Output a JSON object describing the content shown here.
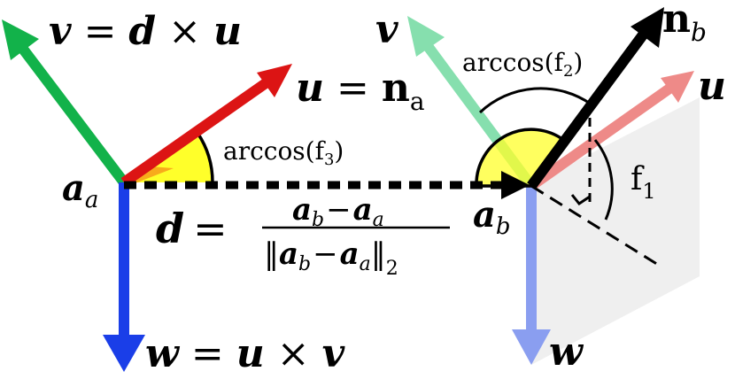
{
  "colors": {
    "green": "#12b24a",
    "green_light": "#86dfae",
    "red": "#dc1414",
    "red_light": "#ee8a88",
    "blue": "#1a3ee8",
    "blue_light": "#8a9ef0",
    "yellow": "#ffff2a",
    "black": "#000000",
    "plane": "#ececec"
  },
  "labels": {
    "v_lhs": "v",
    "v_eq": " = ",
    "v_d": "d",
    "v_times": " × ",
    "v_u": "u",
    "u_lhs": "u",
    "u_eq": " = ",
    "u_n": "n",
    "u_sub": "a",
    "arccos_f3_fn": "arccos(f",
    "arccos_f3_sub": "3",
    "arccos_f3_close": ")",
    "a_a": "a",
    "a_a_sub": "a",
    "d_lhs": "d",
    "d_eq": "=",
    "num_a1": "a",
    "num_a1_sub": "b",
    "num_minus": "−",
    "num_a2": "a",
    "num_a2_sub": "a",
    "den_open": "‖",
    "den_a1": "a",
    "den_a1_sub": "b",
    "den_minus": "−",
    "den_a2": "a",
    "den_a2_sub": "a",
    "den_close": "‖",
    "den_norm_sub": "2",
    "w_lhs": "w",
    "w_eq": " = ",
    "w_u": "u",
    "w_times": " × ",
    "w_v": "v",
    "v2": "v",
    "arccos_f2_fn": "arccos(f",
    "arccos_f2_sub": "2",
    "arccos_f2_close": ")",
    "n_b": "n",
    "n_b_sub": "b",
    "u2": "u",
    "f1": "f",
    "f1_sub": "1",
    "a_b": "a",
    "a_b_sub": "b",
    "w2": "w"
  }
}
